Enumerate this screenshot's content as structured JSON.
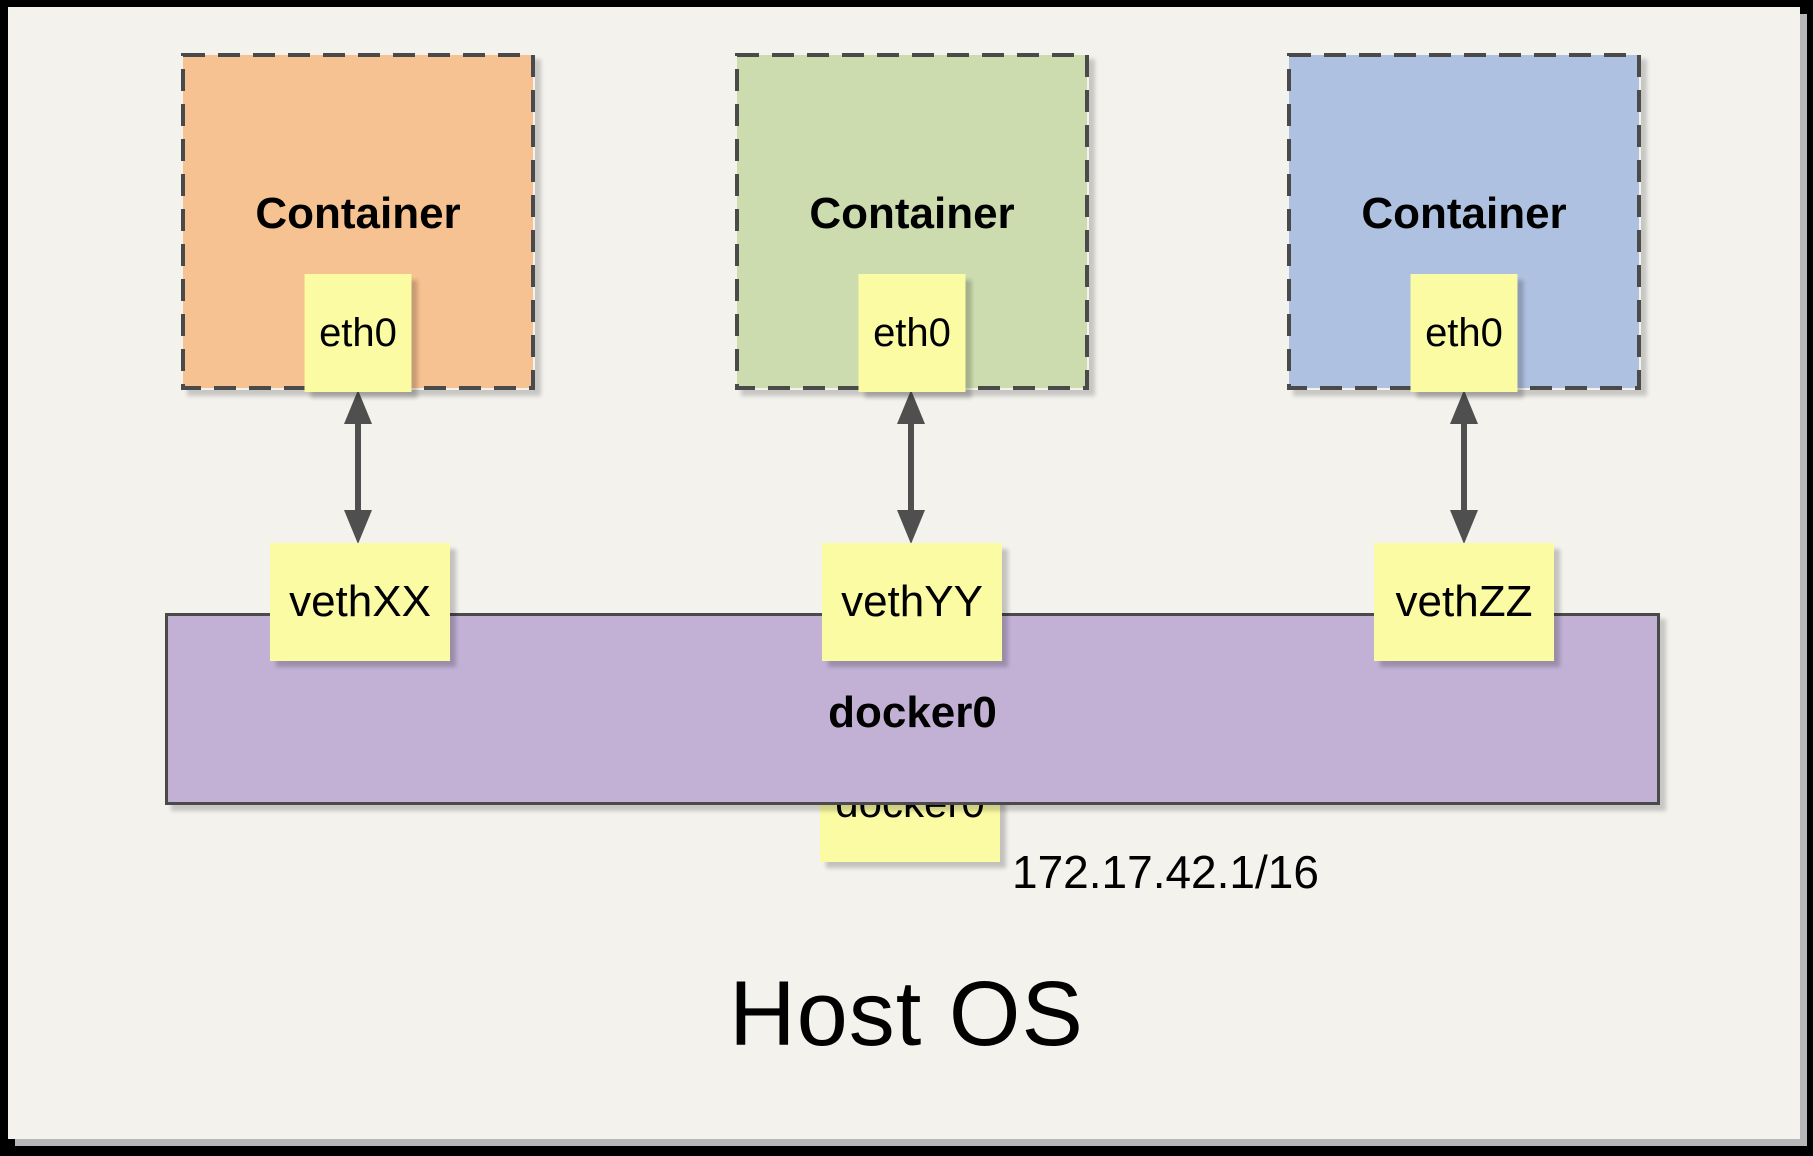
{
  "containers": [
    {
      "label": "Container",
      "interface_label": "eth0",
      "veth_label": "vethXX",
      "fill": "#f7c291"
    },
    {
      "label": "Container",
      "interface_label": "eth0",
      "veth_label": "vethYY",
      "fill": "#ccdcae"
    },
    {
      "label": "Container",
      "interface_label": "eth0",
      "veth_label": "vethZZ",
      "fill": "#aec1e0"
    }
  ],
  "bridge": {
    "label": "docker0",
    "interface_label": "docker0",
    "ip": "172.17.42.1/16"
  },
  "host": {
    "label": "Host OS"
  },
  "colors": {
    "background": "#f4f2ed",
    "interface_box": "#fbfba3",
    "bridge_bar": "#c2b1d5",
    "dashed_border": "#4a4a4a",
    "arrow": "#4f4f4f",
    "frame": "#000000"
  }
}
